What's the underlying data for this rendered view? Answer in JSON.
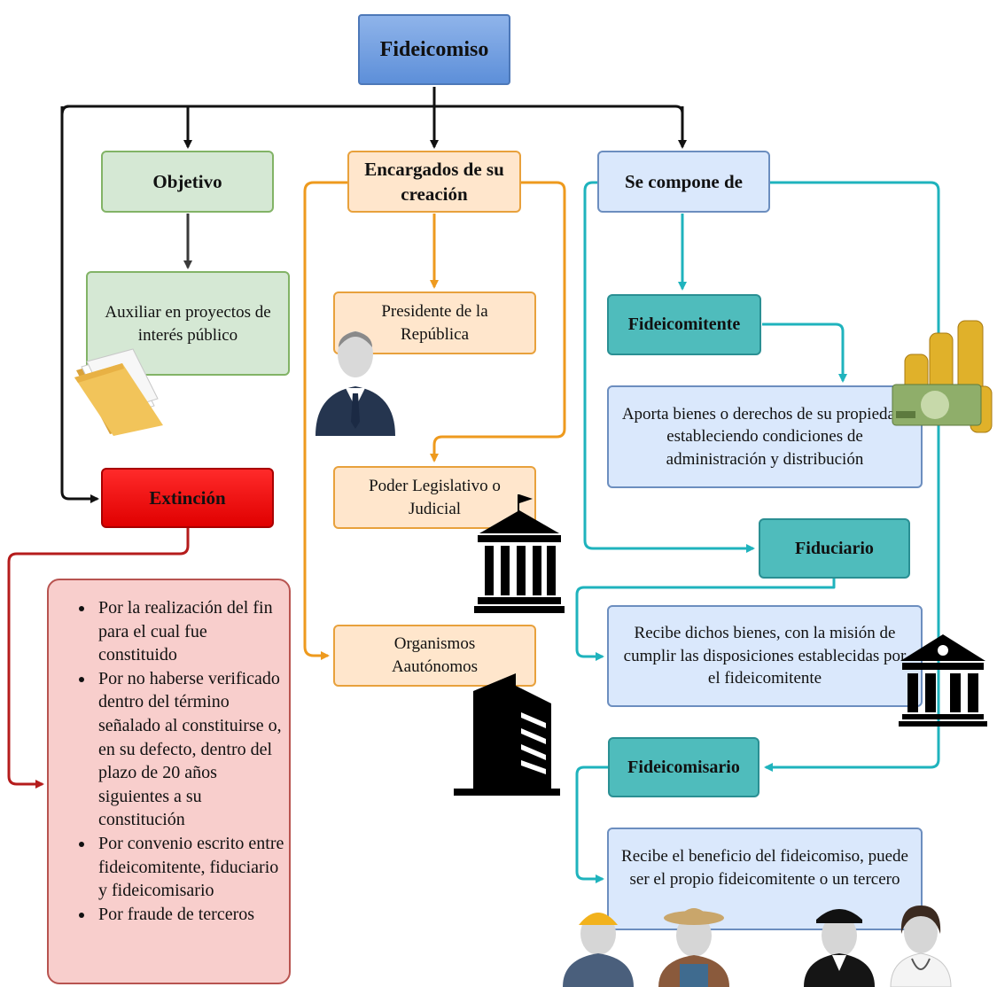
{
  "title": "Fideicomiso",
  "objetivo": {
    "label": "Objetivo",
    "detail": "Auxiliar en proyectos de interés público"
  },
  "encargados": {
    "label": "Encargados de su creación",
    "items": [
      "Presidente de la República",
      "Poder Legislativo o Judicial",
      "Organismos Aautónomos"
    ]
  },
  "compone": {
    "label": "Se compone de",
    "fideicomitente": {
      "label": "Fideicomitente",
      "detail": "Aporta bienes o derechos de su propiedad, estableciendo condiciones de administración y distribución"
    },
    "fiduciario": {
      "label": "Fiduciario",
      "detail": "Recibe dichos bienes, con la misión de cumplir las disposiciones establecidas por el fideicomitente"
    },
    "fideicomisario": {
      "label": "Fideicomisario",
      "detail": "Recibe el beneficio del fideicomiso, puede ser el propio fideicomitente o un tercero"
    }
  },
  "extincion": {
    "label": "Extinción",
    "causes": [
      "Por la realización del fin para el cual fue constituido",
      "Por no haberse verificado dentro del término señalado al constituirse o, en su defecto, dentro del plazo de 20 años siguientes a su constitución",
      "Por convenio escrito entre fideicomitente, fiduciario y fideicomisario",
      "Por fraude de terceros"
    ]
  },
  "colors": {
    "black": "#111111",
    "orange": "#ee9a1e",
    "teal": "#1fb3bd",
    "red": "#b51c1c",
    "gray": "#3a3a3a"
  },
  "icons": [
    "folder-icon",
    "businessman-icon",
    "courthouse-icon",
    "building-icon",
    "money-icon",
    "bank-icon",
    "workers-icon"
  ]
}
